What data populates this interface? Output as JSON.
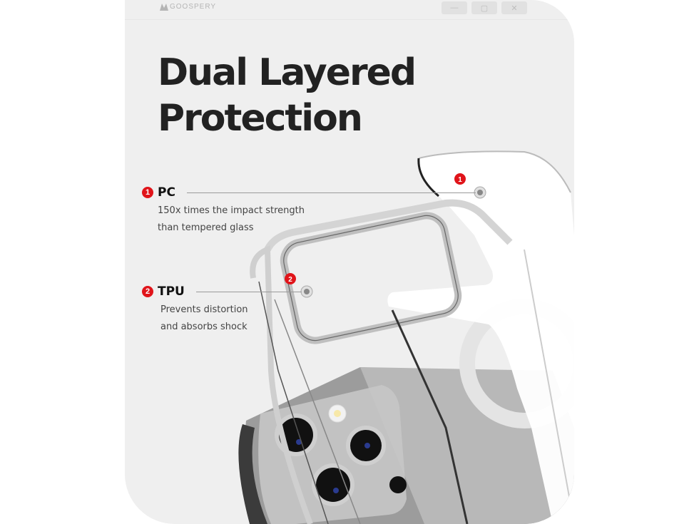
{
  "window": {
    "brand": "GOOSPERY",
    "controls": {
      "minimize": "—",
      "maximize": "▢",
      "close": "✕"
    }
  },
  "headline": {
    "line1": "Dual Layered",
    "line2": "Protection"
  },
  "features": [
    {
      "number": "1",
      "label": "PC",
      "desc_line1": "150x times the impact strength",
      "desc_line2": "than tempered glass"
    },
    {
      "number": "2",
      "label": "TPU",
      "desc_line1": "Prevents distortion",
      "desc_line2": "and absorbs shock"
    }
  ],
  "callouts": [
    {
      "number": "1"
    },
    {
      "number": "2"
    }
  ],
  "colors": {
    "panel": "#efefef",
    "accent_red": "#e0141a",
    "text_dark": "#222222",
    "text_body": "#444444"
  },
  "icons": {
    "brand": "goospery-logo-icon",
    "minimize": "minimize-icon",
    "maximize": "maximize-icon",
    "close": "close-icon",
    "camera": "camera-lens-icon"
  }
}
